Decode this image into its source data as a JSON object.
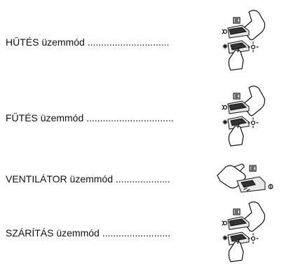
{
  "modes": [
    {
      "name": "HŰTÉS üzemmód",
      "dots": "..............................",
      "icon": "cooling-switch-icon"
    },
    {
      "name": "FŰTÉS üzemmód",
      "dots": "................................",
      "icon": "heating-switch-icon"
    },
    {
      "name": "VENTILÁTOR üzemmód",
      "dots": "....................",
      "icon": "fan-switch-icon"
    },
    {
      "name": "SZÁRÍTÁS üzemmód",
      "dots": ".........................",
      "icon": "dry-switch-icon"
    }
  ]
}
